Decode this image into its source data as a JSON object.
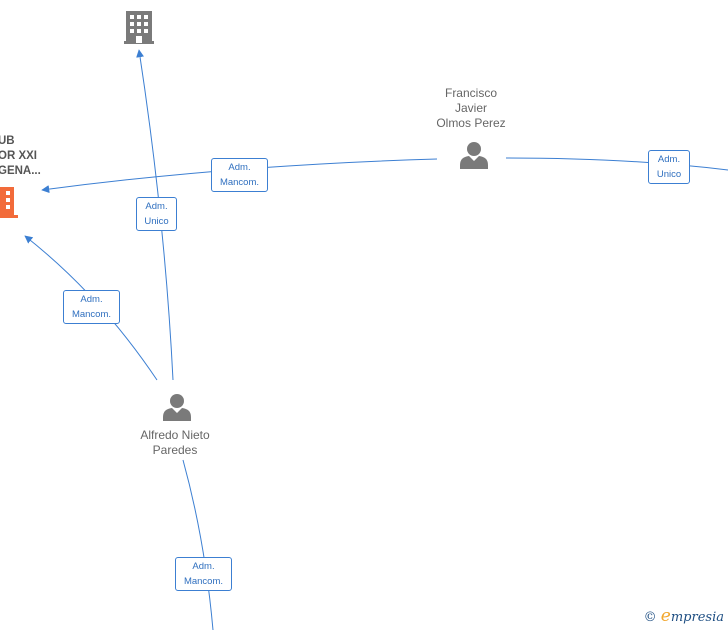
{
  "nodes": {
    "company_top": {
      "type": "company",
      "color": "#7a7a7a",
      "icon": "building-icon"
    },
    "company_left": {
      "type": "company",
      "color": "#f26b3a",
      "icon": "building-icon",
      "label_lines": [
        "UB",
        "OR XXI",
        "GENA..."
      ]
    },
    "francisco": {
      "type": "person",
      "color": "#7a7a7a",
      "icon": "person-icon",
      "label_lines": [
        "Francisco",
        "Javier",
        "Olmos Perez"
      ]
    },
    "alfredo": {
      "type": "person",
      "color": "#7a7a7a",
      "icon": "person-icon",
      "label_lines": [
        "Alfredo Nieto",
        "Paredes"
      ]
    }
  },
  "edges": [
    {
      "id": "francisco-to-left",
      "label_lines": [
        "Adm.",
        "Mancom."
      ]
    },
    {
      "id": "alfredo-to-top",
      "label_lines": [
        "Adm.",
        "Unico"
      ]
    },
    {
      "id": "alfredo-to-left",
      "label_lines": [
        "Adm.",
        "Mancom."
      ]
    },
    {
      "id": "francisco-to-right",
      "label_lines": [
        "Adm.",
        "Unico"
      ]
    },
    {
      "id": "alfredo-to-bottom",
      "label_lines": [
        "Adm.",
        "Mancom."
      ]
    }
  ],
  "colors": {
    "edge": "#3c7fd2",
    "edge_text": "#2f6fbf",
    "person": "#7a7a7a",
    "company_highlight": "#f26b3a"
  },
  "watermark": {
    "copyright": "©",
    "brand_initial": "e",
    "brand_rest": "mpresia"
  }
}
